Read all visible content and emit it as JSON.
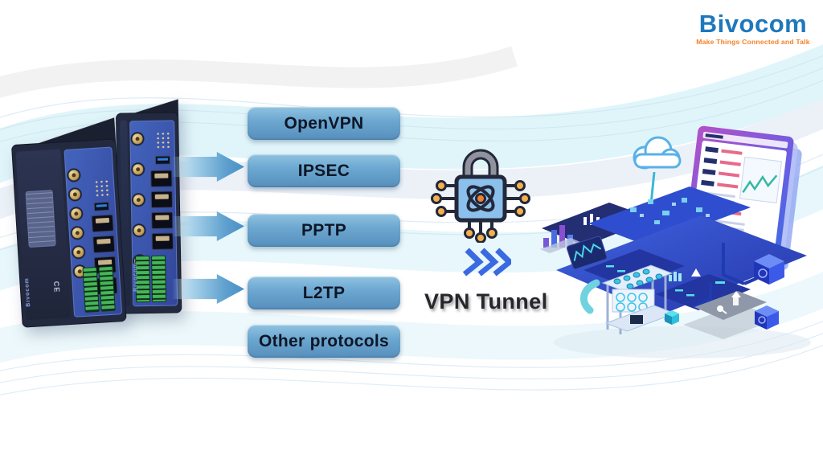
{
  "logo": {
    "brand": "Bivocom",
    "tagline": "Make Things Connected and Talk"
  },
  "protocols": {
    "items": [
      {
        "label": "OpenVPN"
      },
      {
        "label": "IPSEC"
      },
      {
        "label": "PPTP"
      },
      {
        "label": "L2TP"
      },
      {
        "label": "Other protocols"
      }
    ]
  },
  "tunnel": {
    "label": "VPN Tunnel"
  },
  "devices": {
    "side_brand": "Bivocom",
    "ce_mark": "CE"
  },
  "icons": {
    "center": "encryption-lock-icon",
    "direction": "triple-chevron-right-icon",
    "left": "industrial-router-devices",
    "right": "cloud-platform-illustration"
  },
  "colors": {
    "brand_blue": "#1e78bd",
    "tagline_orange": "#f58025",
    "pill_blue": "#6aa6d0",
    "pill_text": "#0e1626",
    "arrow_blue": "#4a90c5",
    "chevron_blue": "#3a6ae0",
    "lock_body_blue": "#8cc0ec",
    "lock_node_orange": "#f3b04e",
    "lock_core_orange": "#ef8130",
    "router_panel_blue": "#3a53ab",
    "illustration_blue": "#2b4bd0",
    "background": "#ffffff"
  }
}
